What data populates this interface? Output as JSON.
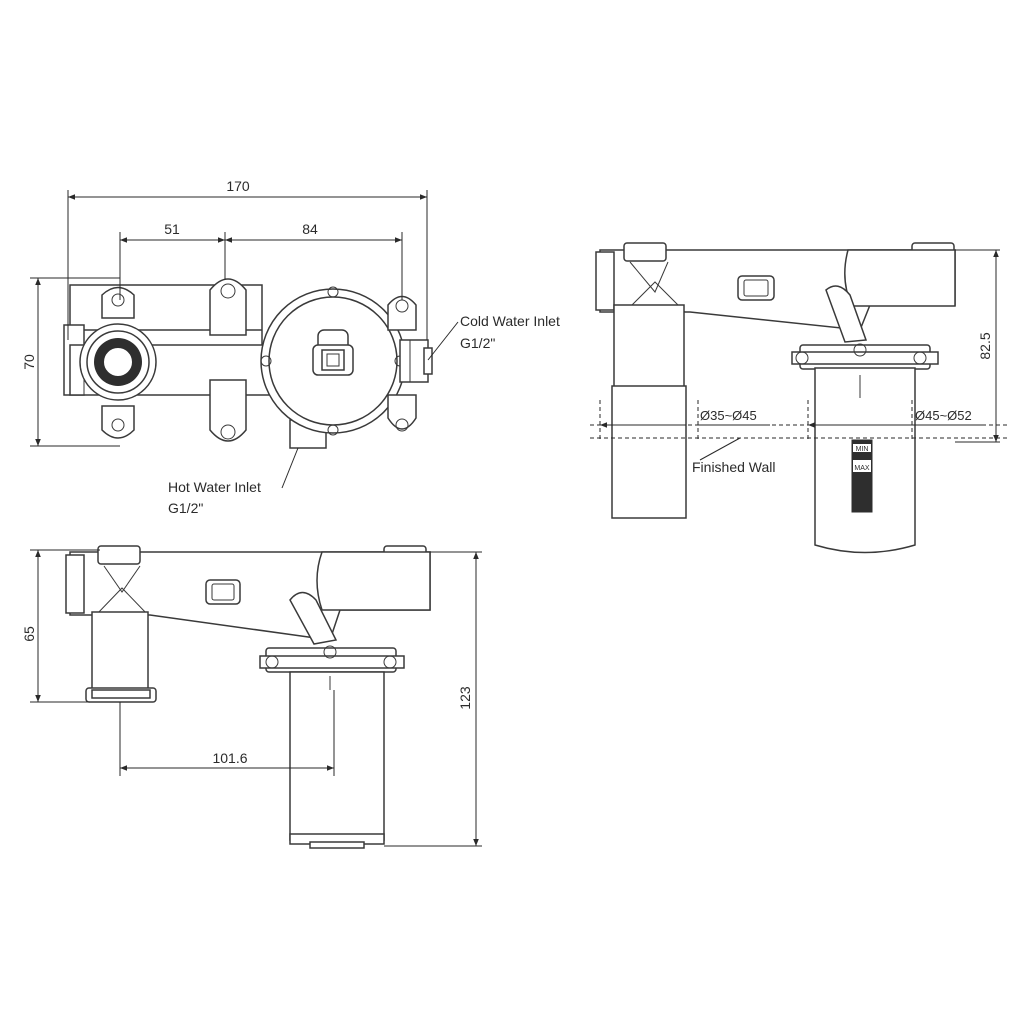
{
  "dimensions": {
    "overall_width": "170",
    "hot_spacing": "51",
    "cold_spacing": "84",
    "height": "70",
    "depth_side": "82.5",
    "depth_bottom": "65",
    "total_depth": "123",
    "offset": "101.6",
    "tube_diameter": "Ø35~Ø45",
    "cartridge_diameter": "Ø45~Ø52"
  },
  "labels": {
    "cold_water_inlet": "Cold Water Inlet",
    "cold_thread": "G1/2\"",
    "hot_water_inlet": "Hot Water Inlet",
    "hot_thread": "G1/2\"",
    "finished_wall": "Finished Wall",
    "min_mark": "MIN",
    "max_mark": "MAX"
  }
}
